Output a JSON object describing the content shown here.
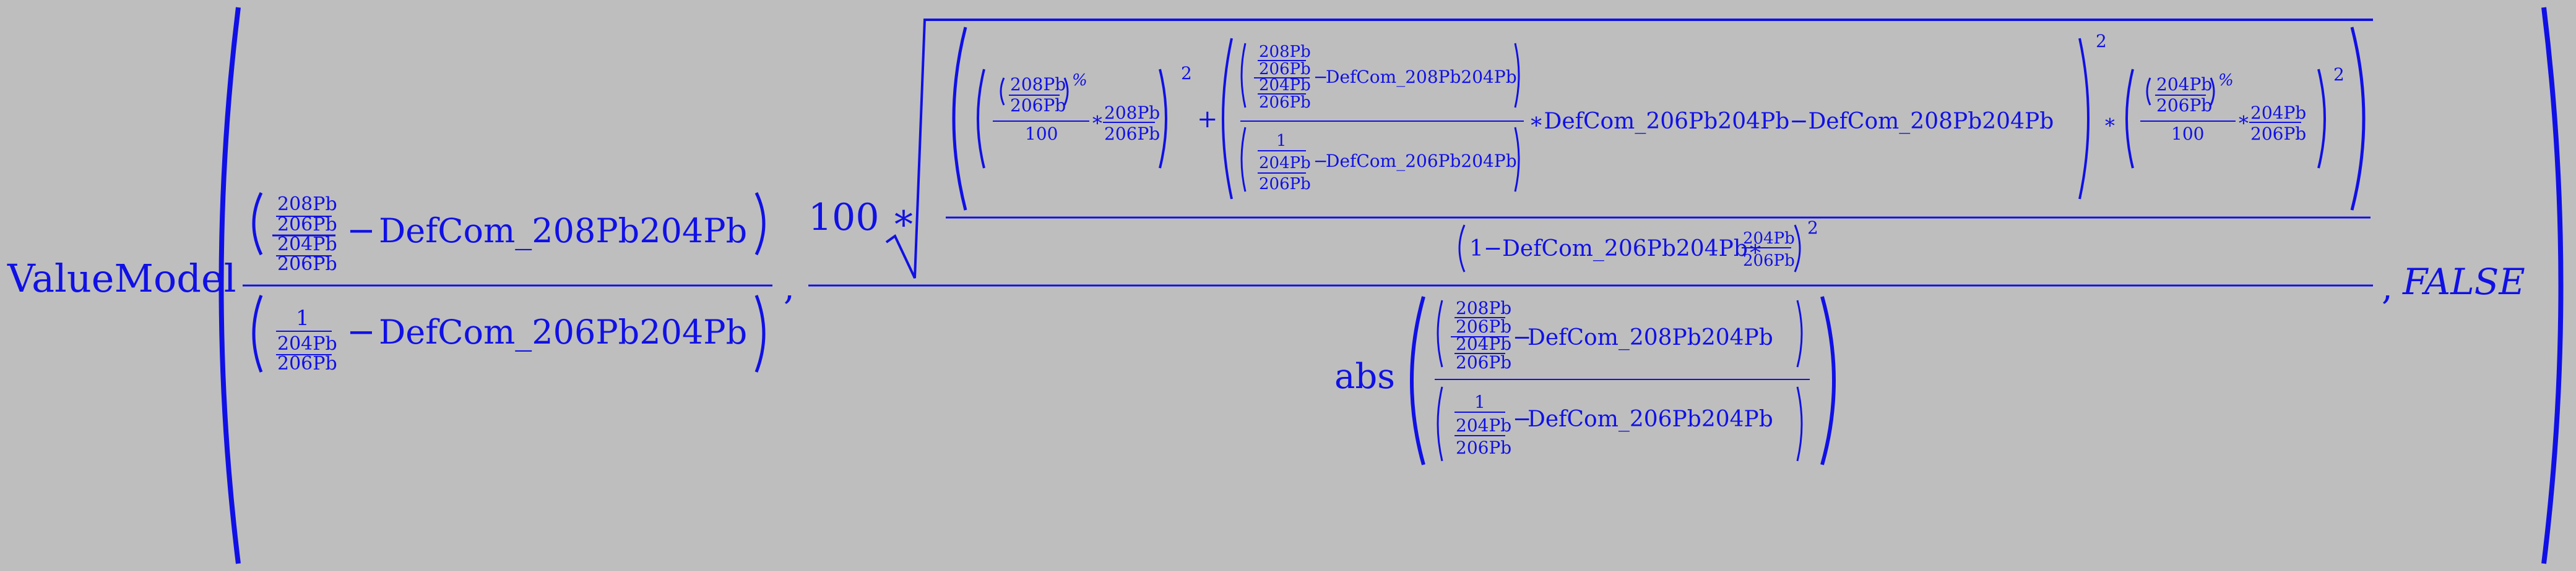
{
  "color": "#1010e6",
  "background": "#bebebe",
  "labels": {
    "value_model": "ValueModel",
    "def_208": "DefCom_208Pb204Pb",
    "def_206": "DefCom_206Pb204Pb",
    "iso_208": "208Pb",
    "iso_206": "206Pb",
    "iso_204": "204Pb",
    "one": "1",
    "hundred": "100",
    "hundred_times": "100 ∗",
    "percent": "%",
    "squared": "2",
    "abs": "abs",
    "false_val": "FALSE",
    "comma": ",",
    "minus": "−",
    "plus": "+",
    "times": "∗",
    "one_minus_def_206": "1−DefCom_206Pb204Pb∗",
    "times_def206_minus_def208": "∗DefCom_206Pb204Pb−DefCom_208Pb204Pb"
  }
}
